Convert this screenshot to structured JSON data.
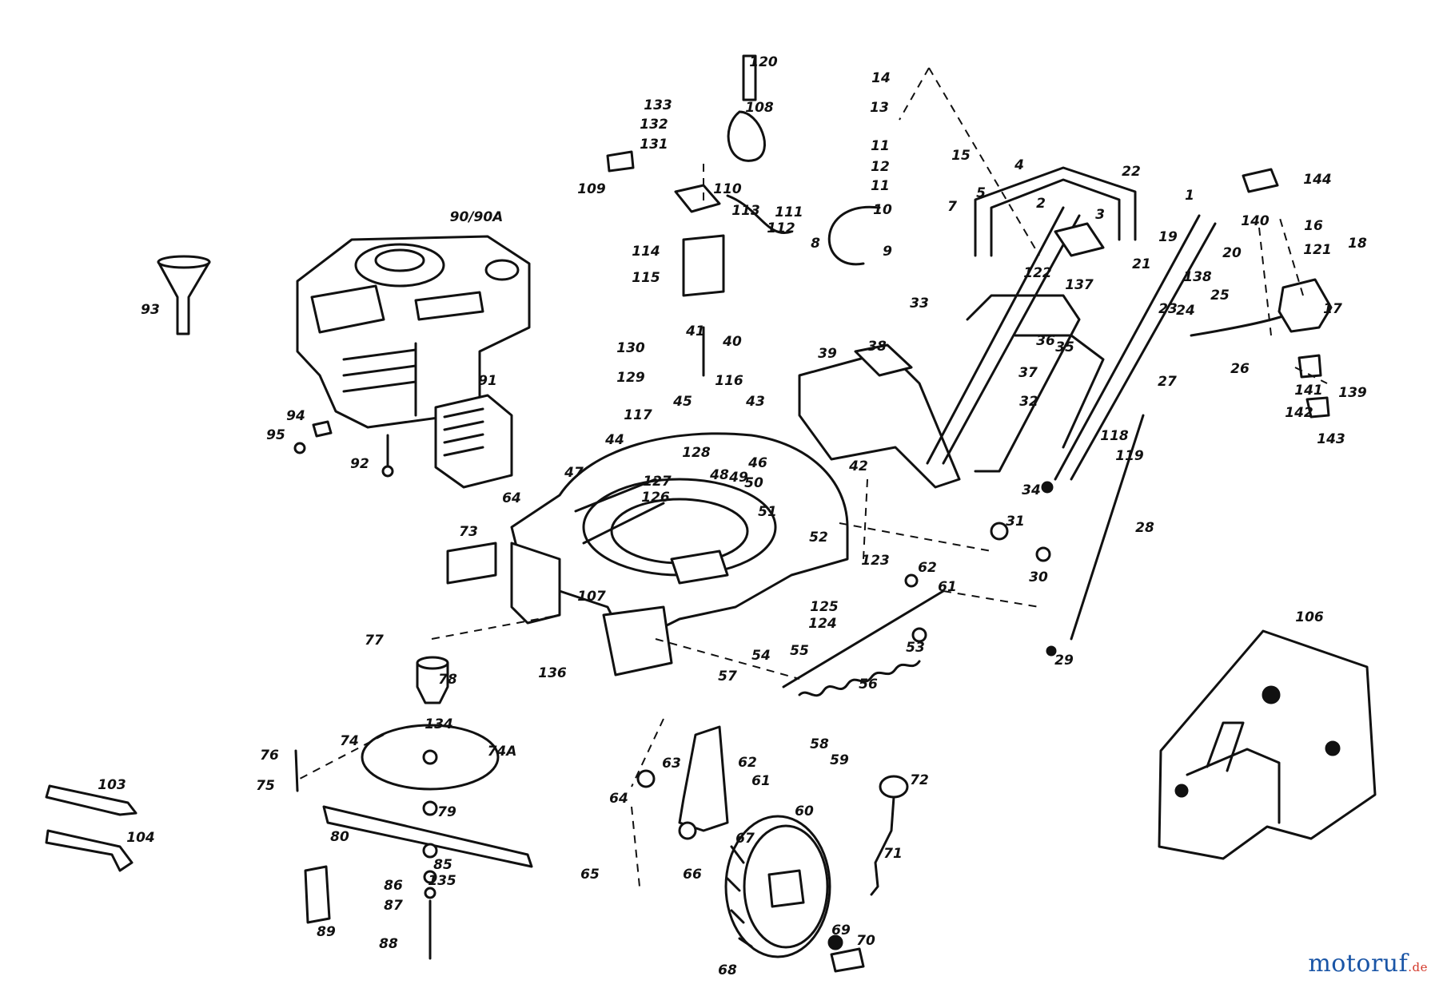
{
  "diagram": {
    "watermark_text": "motoruf",
    "watermark_suffix": ".de",
    "parts": [
      {
        "id": "1",
        "label": "1"
      },
      {
        "id": "2",
        "label": "2"
      },
      {
        "id": "3",
        "label": "3"
      },
      {
        "id": "4",
        "label": "4"
      },
      {
        "id": "5",
        "label": "5"
      },
      {
        "id": "7",
        "label": "7"
      },
      {
        "id": "8",
        "label": "8"
      },
      {
        "id": "9",
        "label": "9"
      },
      {
        "id": "10",
        "label": "10"
      },
      {
        "id": "11a",
        "label": "11"
      },
      {
        "id": "11b",
        "label": "11"
      },
      {
        "id": "12",
        "label": "12"
      },
      {
        "id": "13",
        "label": "13"
      },
      {
        "id": "14",
        "label": "14"
      },
      {
        "id": "15",
        "label": "15"
      },
      {
        "id": "16",
        "label": "16"
      },
      {
        "id": "17",
        "label": "17"
      },
      {
        "id": "18",
        "label": "18"
      },
      {
        "id": "19",
        "label": "19"
      },
      {
        "id": "20",
        "label": "20"
      },
      {
        "id": "21",
        "label": "21"
      },
      {
        "id": "22",
        "label": "22"
      },
      {
        "id": "23",
        "label": "23"
      },
      {
        "id": "24",
        "label": "24"
      },
      {
        "id": "25",
        "label": "25"
      },
      {
        "id": "26",
        "label": "26"
      },
      {
        "id": "27",
        "label": "27"
      },
      {
        "id": "28",
        "label": "28"
      },
      {
        "id": "29",
        "label": "29"
      },
      {
        "id": "30",
        "label": "30"
      },
      {
        "id": "31",
        "label": "31"
      },
      {
        "id": "32",
        "label": "32"
      },
      {
        "id": "33",
        "label": "33"
      },
      {
        "id": "34",
        "label": "34"
      },
      {
        "id": "35",
        "label": "35"
      },
      {
        "id": "36",
        "label": "36"
      },
      {
        "id": "37",
        "label": "37"
      },
      {
        "id": "38",
        "label": "38"
      },
      {
        "id": "39",
        "label": "39"
      },
      {
        "id": "40",
        "label": "40"
      },
      {
        "id": "41",
        "label": "41"
      },
      {
        "id": "42",
        "label": "42"
      },
      {
        "id": "43",
        "label": "43"
      },
      {
        "id": "44",
        "label": "44"
      },
      {
        "id": "45",
        "label": "45"
      },
      {
        "id": "46",
        "label": "46"
      },
      {
        "id": "47",
        "label": "47"
      },
      {
        "id": "48",
        "label": "48"
      },
      {
        "id": "49",
        "label": "49"
      },
      {
        "id": "50",
        "label": "50"
      },
      {
        "id": "51",
        "label": "51"
      },
      {
        "id": "52",
        "label": "52"
      },
      {
        "id": "53",
        "label": "53"
      },
      {
        "id": "54",
        "label": "54"
      },
      {
        "id": "55",
        "label": "55"
      },
      {
        "id": "56",
        "label": "56"
      },
      {
        "id": "57",
        "label": "57"
      },
      {
        "id": "58",
        "label": "58"
      },
      {
        "id": "59",
        "label": "59"
      },
      {
        "id": "60",
        "label": "60"
      },
      {
        "id": "61a",
        "label": "61"
      },
      {
        "id": "61b",
        "label": "61"
      },
      {
        "id": "62a",
        "label": "62"
      },
      {
        "id": "62b",
        "label": "62"
      },
      {
        "id": "63",
        "label": "63"
      },
      {
        "id": "64a",
        "label": "64"
      },
      {
        "id": "64b",
        "label": "64"
      },
      {
        "id": "65",
        "label": "65"
      },
      {
        "id": "66",
        "label": "66"
      },
      {
        "id": "67",
        "label": "67"
      },
      {
        "id": "68",
        "label": "68"
      },
      {
        "id": "69",
        "label": "69"
      },
      {
        "id": "70",
        "label": "70"
      },
      {
        "id": "71",
        "label": "71"
      },
      {
        "id": "72",
        "label": "72"
      },
      {
        "id": "73",
        "label": "73"
      },
      {
        "id": "74",
        "label": "74"
      },
      {
        "id": "74A",
        "label": "74A"
      },
      {
        "id": "75",
        "label": "75"
      },
      {
        "id": "76",
        "label": "76"
      },
      {
        "id": "77",
        "label": "77"
      },
      {
        "id": "78",
        "label": "78"
      },
      {
        "id": "79",
        "label": "79"
      },
      {
        "id": "80",
        "label": "80"
      },
      {
        "id": "85",
        "label": "85"
      },
      {
        "id": "86",
        "label": "86"
      },
      {
        "id": "87",
        "label": "87"
      },
      {
        "id": "88",
        "label": "88"
      },
      {
        "id": "89",
        "label": "89"
      },
      {
        "id": "90",
        "label": "90/90A"
      },
      {
        "id": "91",
        "label": "91"
      },
      {
        "id": "92",
        "label": "92"
      },
      {
        "id": "93",
        "label": "93"
      },
      {
        "id": "94",
        "label": "94"
      },
      {
        "id": "95",
        "label": "95"
      },
      {
        "id": "103",
        "label": "103"
      },
      {
        "id": "104",
        "label": "104"
      },
      {
        "id": "106",
        "label": "106"
      },
      {
        "id": "107",
        "label": "107"
      },
      {
        "id": "108",
        "label": "108"
      },
      {
        "id": "109",
        "label": "109"
      },
      {
        "id": "110",
        "label": "110"
      },
      {
        "id": "111",
        "label": "111"
      },
      {
        "id": "112",
        "label": "112"
      },
      {
        "id": "113",
        "label": "113"
      },
      {
        "id": "114",
        "label": "114"
      },
      {
        "id": "115",
        "label": "115"
      },
      {
        "id": "116",
        "label": "116"
      },
      {
        "id": "117",
        "label": "117"
      },
      {
        "id": "118",
        "label": "118"
      },
      {
        "id": "119",
        "label": "119"
      },
      {
        "id": "120",
        "label": "120"
      },
      {
        "id": "121",
        "label": "121"
      },
      {
        "id": "122",
        "label": "122"
      },
      {
        "id": "123",
        "label": "123"
      },
      {
        "id": "124",
        "label": "124"
      },
      {
        "id": "125",
        "label": "125"
      },
      {
        "id": "126",
        "label": "126"
      },
      {
        "id": "127",
        "label": "127"
      },
      {
        "id": "128",
        "label": "128"
      },
      {
        "id": "129",
        "label": "129"
      },
      {
        "id": "130",
        "label": "130"
      },
      {
        "id": "131",
        "label": "131"
      },
      {
        "id": "132",
        "label": "132"
      },
      {
        "id": "133",
        "label": "133"
      },
      {
        "id": "134",
        "label": "134"
      },
      {
        "id": "135",
        "label": "135"
      },
      {
        "id": "136",
        "label": "136"
      },
      {
        "id": "137",
        "label": "137"
      },
      {
        "id": "138",
        "label": "138"
      },
      {
        "id": "139",
        "label": "139"
      },
      {
        "id": "140",
        "label": "140"
      },
      {
        "id": "141",
        "label": "141"
      },
      {
        "id": "142",
        "label": "142"
      },
      {
        "id": "143",
        "label": "143"
      },
      {
        "id": "144",
        "label": "144"
      }
    ]
  }
}
